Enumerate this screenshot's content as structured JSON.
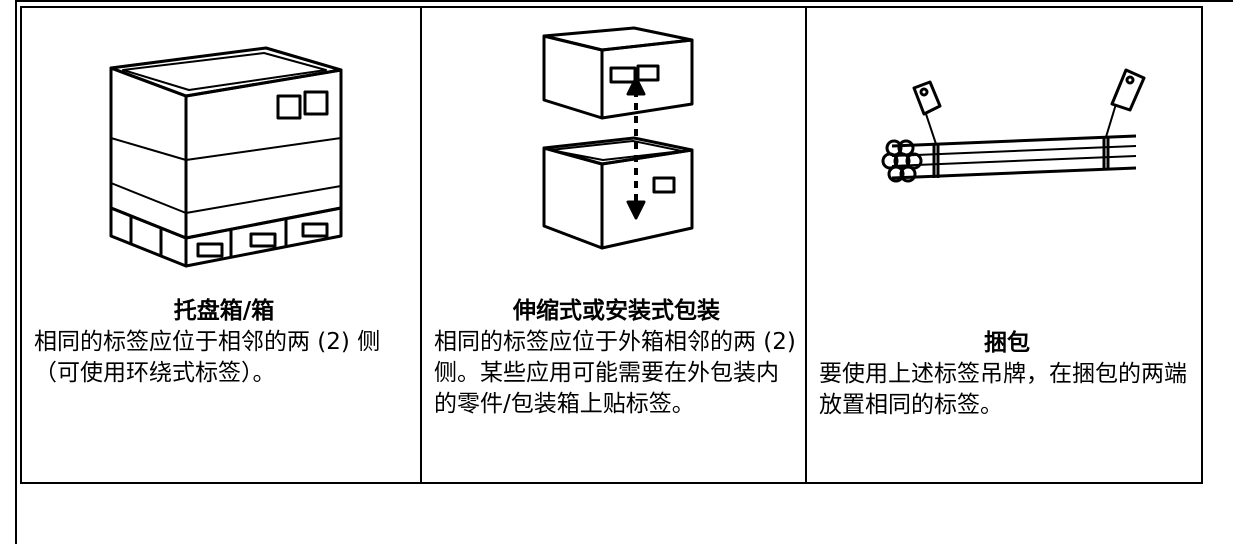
{
  "cells": [
    {
      "title": "托盘箱/箱",
      "text": "相同的标签应位于相邻的两 (2) 侧（可使用环绕式标签）。",
      "icon": "pallet-box-icon"
    },
    {
      "title": "伸缩式或安装式包装",
      "text": "相同的标签应位于外箱相邻的两 (2) 侧。某些应用可能需要在外包装内的零件/包装箱上贴标签。",
      "icon": "telescoping-box-icon"
    },
    {
      "title": "捆包",
      "text": "要使用上述标签吊牌，在捆包的两端放置相同的标签。",
      "icon": "bundle-icon"
    }
  ]
}
